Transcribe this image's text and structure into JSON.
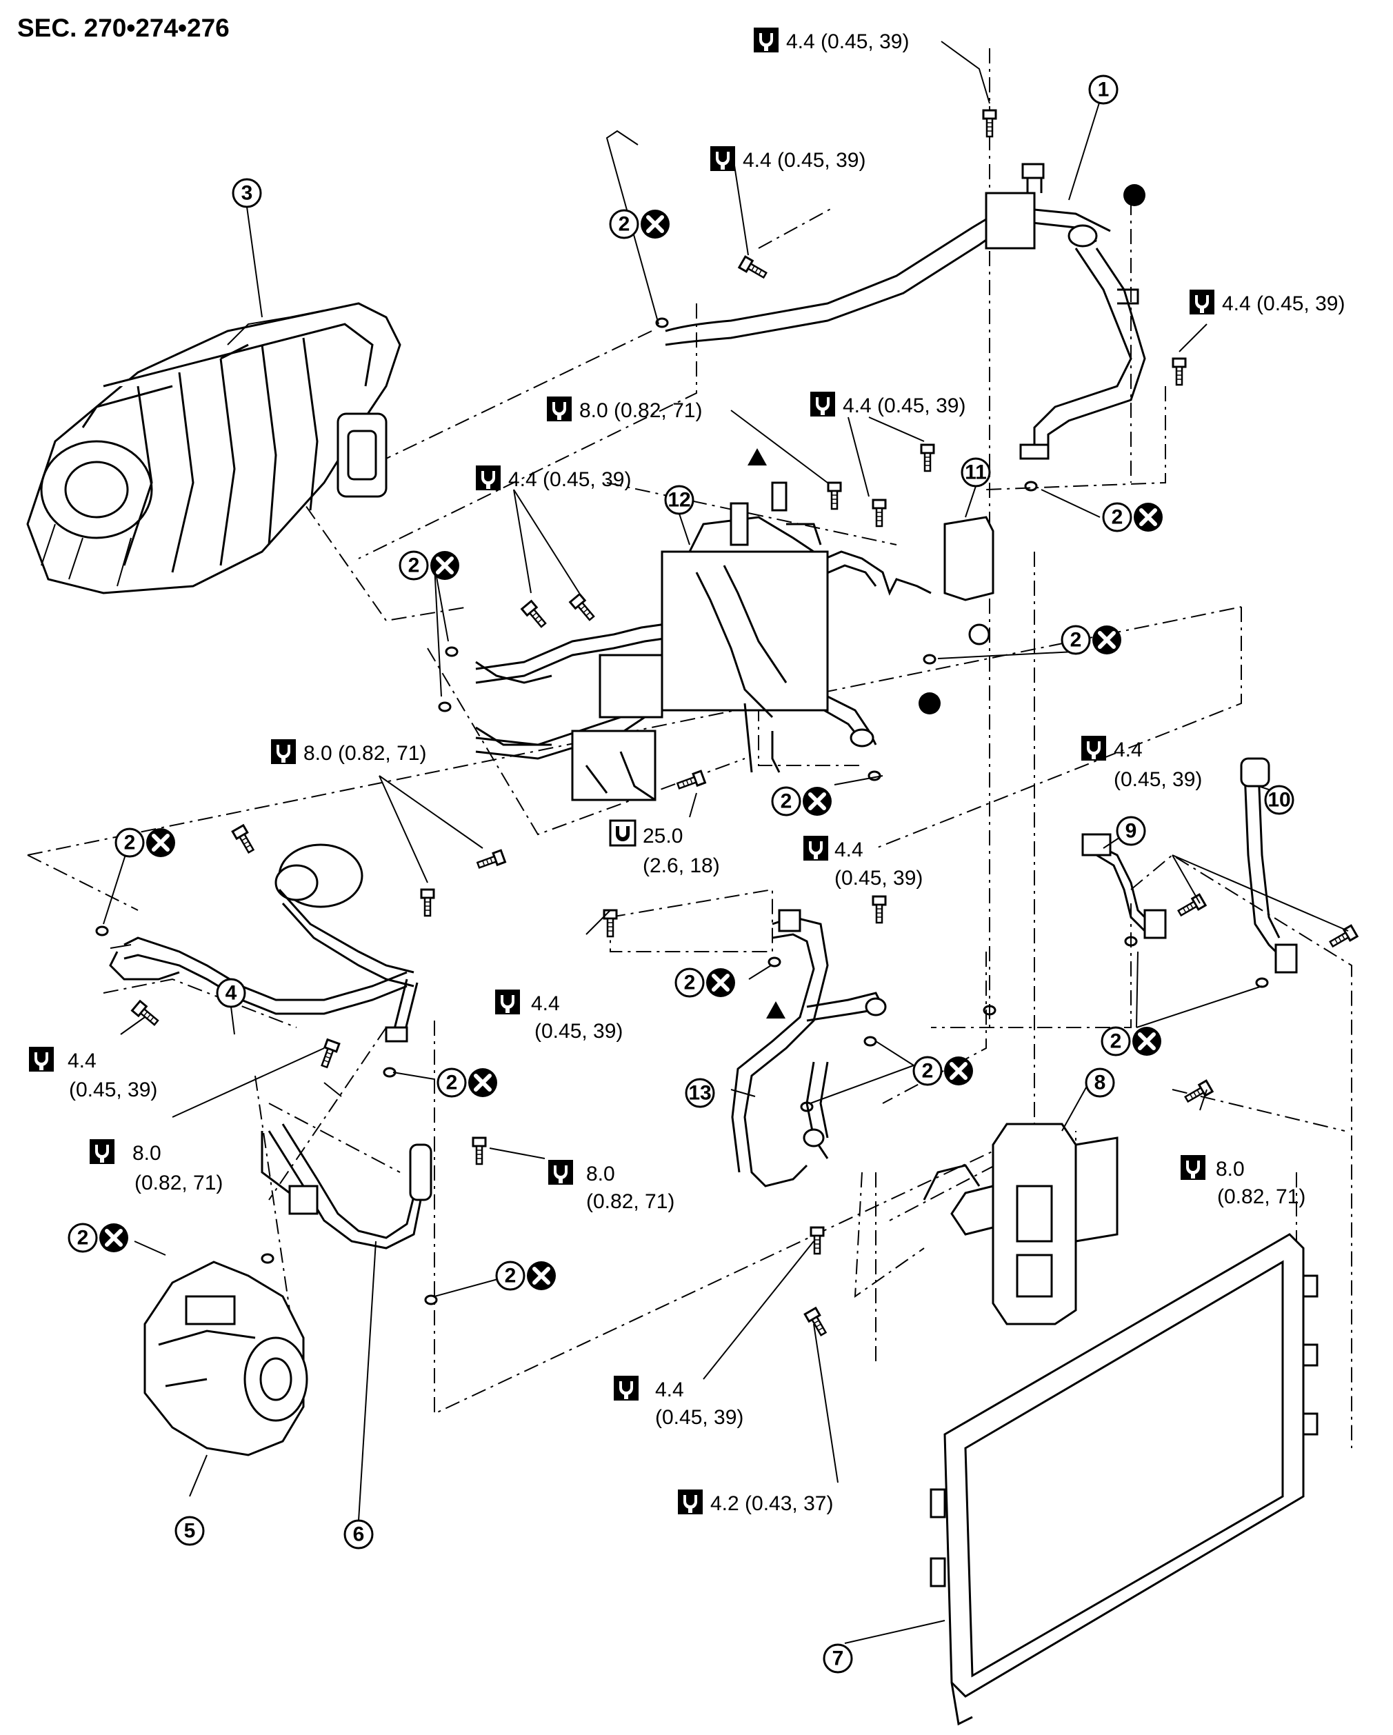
{
  "section": "SEC. 270•274•276",
  "part_numbers": [
    "1",
    "2",
    "3",
    "4",
    "5",
    "6",
    "7",
    "8",
    "9",
    "10",
    "11",
    "12",
    "13"
  ],
  "torque": {
    "t44": "4.4 (0.45, 39)",
    "t44_a": "4.4",
    "t44_b": "(0.45, 39)",
    "t80": "8.0 (0.82, 71)",
    "t80_a": "8.0",
    "t80_b": "(0.82, 71)",
    "t250_a": "25.0",
    "t250_b": "(2.6, 18)",
    "t42": "4.2 (0.43, 37)"
  },
  "symbols": {
    "torque_icon": "torque-wrench-icon",
    "do_not_reuse_icon": "do-not-reuse-icon",
    "apply_icon": "black-dot-icon",
    "triangle_marker": "triangle-icon"
  },
  "colors": {
    "ink": "#000000",
    "paper": "#ffffff"
  }
}
